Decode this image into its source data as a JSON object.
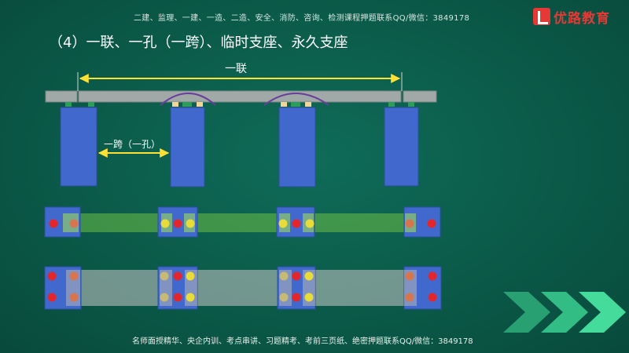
{
  "header": {
    "contact_line": "二建、监理、一建、一造、二造、安全、消防、咨询、检测课程押题联系QQ/微信：3849178",
    "logo_text": "优路教育"
  },
  "slide": {
    "title": "（4）一联、一孔（一跨）、临时支座、永久支座"
  },
  "diagram": {
    "label_lian": "一联",
    "label_kua": "一跨（一孔）"
  },
  "footer": {
    "contact_line": "名师面授精华、央企内训、考点串讲、习题精考、考前三页纸、绝密押题联系QQ/微信：3849178"
  },
  "colors": {
    "pier": "#4169cd",
    "girder": "#a0a8a8",
    "bearing_green": "#2e9d5b",
    "bearing_temp": "#f1d69a",
    "arc": "#6a3d9a",
    "dimension": "#ffe033",
    "red_dot": "#e3262b",
    "yellow_dot": "#e8dc3a",
    "faded_red_dot": "#d7764e",
    "faded_yellow_dot": "#c7ba74",
    "green_strip": "#6bbf45",
    "grey_strip": "#c9c9c9",
    "chevron": "#37c98d"
  }
}
